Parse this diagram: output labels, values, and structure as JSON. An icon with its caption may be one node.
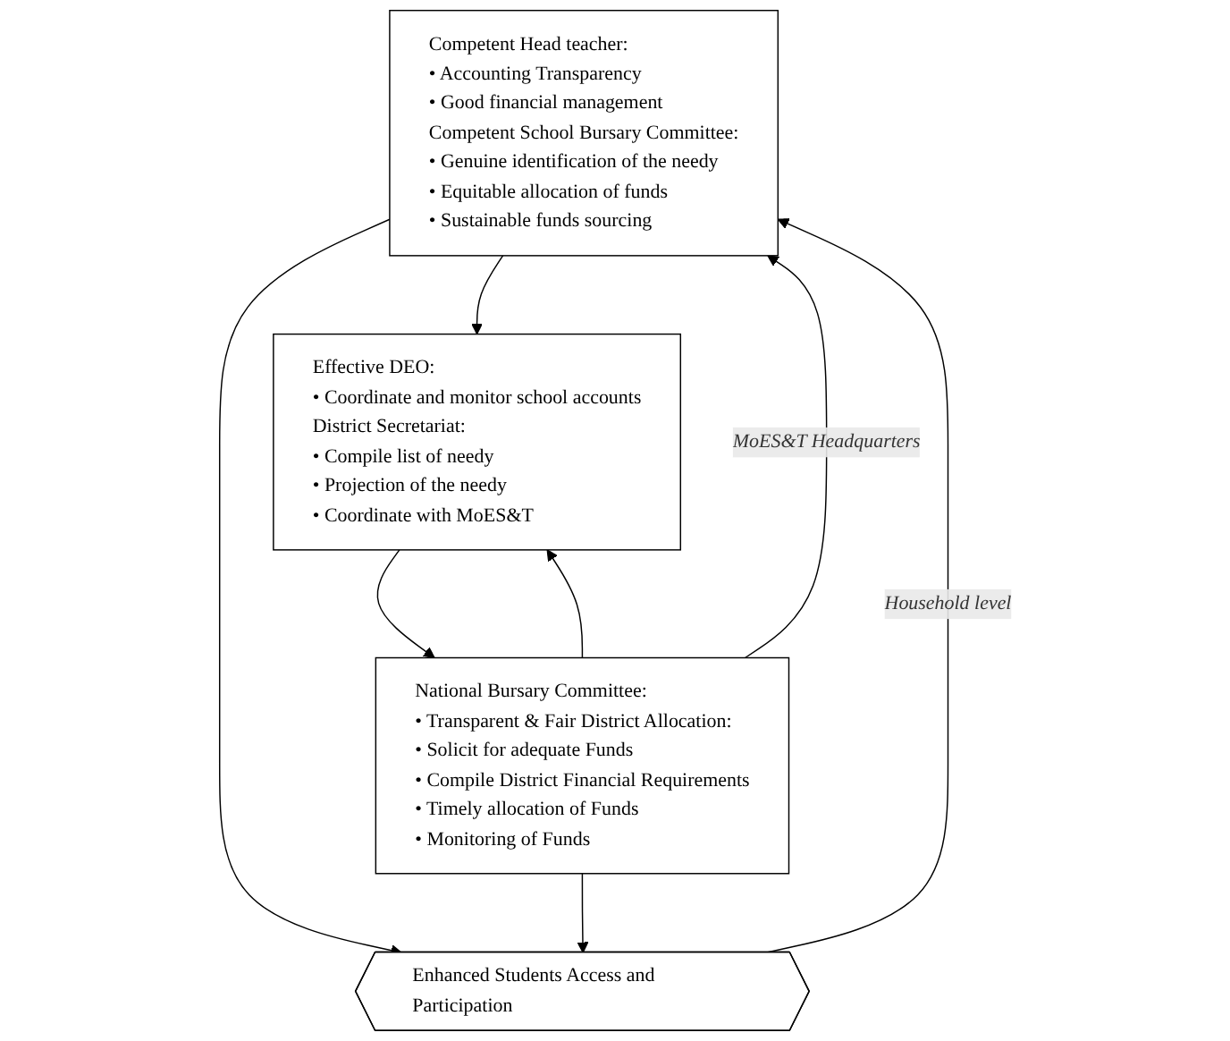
{
  "diagram": {
    "nodes": [
      {
        "text": [
          "Competent Head teacher:",
          "• Accounting Transparency",
          "• Good financial management",
          "Competent School Bursary Committee:",
          "• Genuine identification of the needy",
          "• Equitable allocation of funds",
          "• Sustainable funds sourcing"
        ]
      },
      {
        "text": [
          "Effective DEO:",
          "• Coordinate and monitor school accounts",
          "District Secretariat:",
          "• Compile list of needy",
          "• Projection of the needy",
          "• Coordinate with MoES&T"
        ]
      },
      {
        "text": [
          "National Bursary Committee:",
          "• Transparent & Fair District Allocation:",
          "• Solicit for adequate Funds",
          "• Compile District Financial Requirements",
          "• Timely allocation of Funds",
          "• Monitoring of Funds"
        ]
      },
      {
        "text": [
          "Enhanced Students Access and Participation"
        ]
      }
    ],
    "edges": [
      {
        "from": 0,
        "to": 1,
        "arrow": "to"
      },
      {
        "from": 1,
        "to": 2,
        "arrow": "to"
      },
      {
        "from": 2,
        "to": 1,
        "arrow": "to"
      },
      {
        "from": 2,
        "to": 0,
        "arrow": "to",
        "label": "MoES&T Headquarters"
      },
      {
        "from": 0,
        "to": 3,
        "arrow": "to"
      },
      {
        "from": 3,
        "to": 0,
        "arrow": "to",
        "label": "Household level"
      },
      {
        "from": 2,
        "to": 3,
        "arrow": "to"
      }
    ]
  }
}
